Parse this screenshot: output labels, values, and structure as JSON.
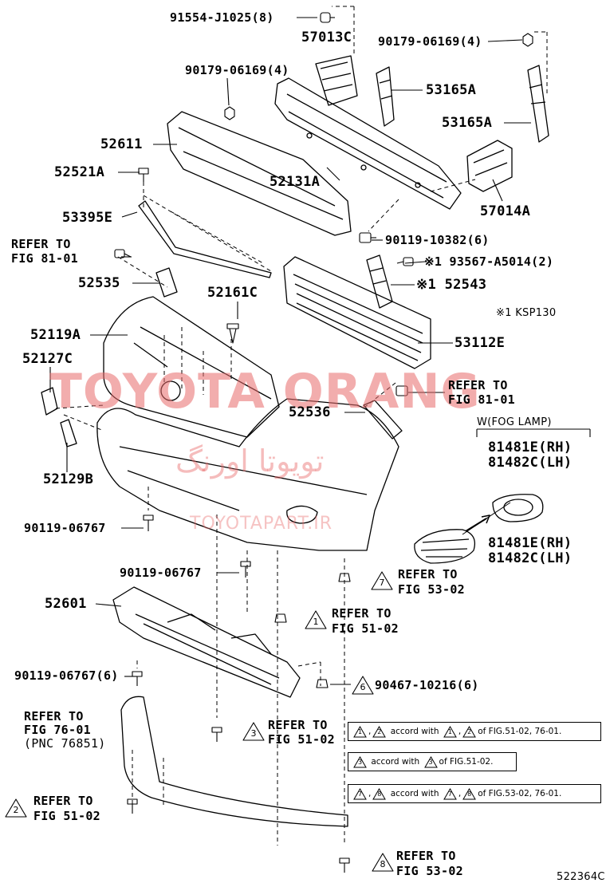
{
  "labels": {
    "l01": "91554-J1025(8)",
    "l02": "57013C",
    "l03": "90179-06169(4)",
    "l04": "90179-06169(4)",
    "l05": "53165A",
    "l06": "53165A",
    "l07": "52611",
    "l08": "52521A",
    "l09": "52131A",
    "l10": "57014A",
    "l11": "53395E",
    "l12": "90119-10382(6)",
    "l13": "REFER TO",
    "l14": "FIG 81-01",
    "l15": "※1 93567-A5014(2)",
    "l16": "52535",
    "l17": "※1 52543",
    "l18": "52161C",
    "l19": "※1 KSP130",
    "l20": "52119A",
    "l21": "53112E",
    "l22": "52127C",
    "l23": "REFER TO",
    "l24": "FIG 81-01",
    "l25": "52536",
    "l26": "W(FOG LAMP)",
    "l27": "81481E(RH)",
    "l28": "81482C(LH)",
    "l29": "52129B",
    "l30": "90119-06767",
    "l31": "81481E(RH)",
    "l32": "81482C(LH)",
    "l33": "90119-06767",
    "l34": "REFER TO",
    "l35": "FIG 53-02",
    "l36": "52601",
    "l37": "REFER TO",
    "l38": "FIG 51-02",
    "l39": "90119-06767(6)",
    "l40": "90467-10216(6)",
    "l41": "REFER TO",
    "l42": "FIG 76-01",
    "l43": "(PNC 76851)",
    "l44": "REFER TO",
    "l45": "FIG 51-02",
    "l46": "REFER TO",
    "l47": "FIG 51-02",
    "l48": "REFER TO",
    "l49": "FIG 53-02",
    "l50": "522364C"
  },
  "triangles": {
    "t1": "7",
    "t2": "1",
    "t3": "6",
    "t4": "3",
    "t5": "2",
    "t6": "8"
  },
  "notes": {
    "n1": {
      "a": "1",
      "b": "2",
      "text": "accord with",
      "c": "1",
      "d": "2",
      "tail": "of FIG.51-02, 76-01."
    },
    "n2": {
      "a": "3",
      "text": "accord with",
      "c": "3",
      "tail": "of FIG.51-02."
    },
    "n3": {
      "a": "7",
      "b": "8",
      "text": "accord with",
      "c": "7",
      "d": "8",
      "tail": "of FIG.53-02, 76-01."
    }
  },
  "watermark": {
    "main": "TOYOTA ORANG",
    "arabic": "تويوتا اورنگ",
    "site": "TOYOTAPART.IR"
  },
  "colors": {
    "ink": "#000000",
    "watermark": "#e86a6a"
  }
}
